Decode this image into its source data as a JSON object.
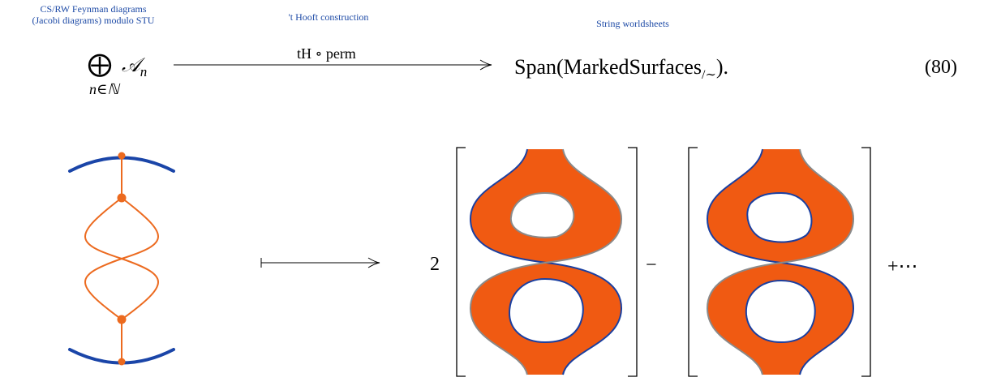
{
  "annotations": {
    "source_line1": "CS/RW Feynman diagrams",
    "source_line2": "(Jacobi diagrams) modulo STU",
    "arrow_note": "'t Hooft construction",
    "target_note": "String worldsheets"
  },
  "equation": {
    "bigoplus": "⨁",
    "subscript": "n∈ℕ",
    "domain_symbol": "𝒜",
    "domain_index": "n",
    "map_label": "tH ∘ perm",
    "codomain": "Span(MarkedSurfaces",
    "quotient": "/∼",
    "codomain_end": ").",
    "number": "(80)"
  },
  "example": {
    "coefficient": "2",
    "minus_sign": "−",
    "continuation": "+⋯"
  },
  "colors": {
    "annotation_blue": "#1d4aa6",
    "surface_orange": "#f05a12",
    "boundary_blue": "#1a3fa0",
    "boundary_gray": "#8a8a8a",
    "graph_orange": "#ec6a1f",
    "arc_blue": "#1a45a8"
  }
}
